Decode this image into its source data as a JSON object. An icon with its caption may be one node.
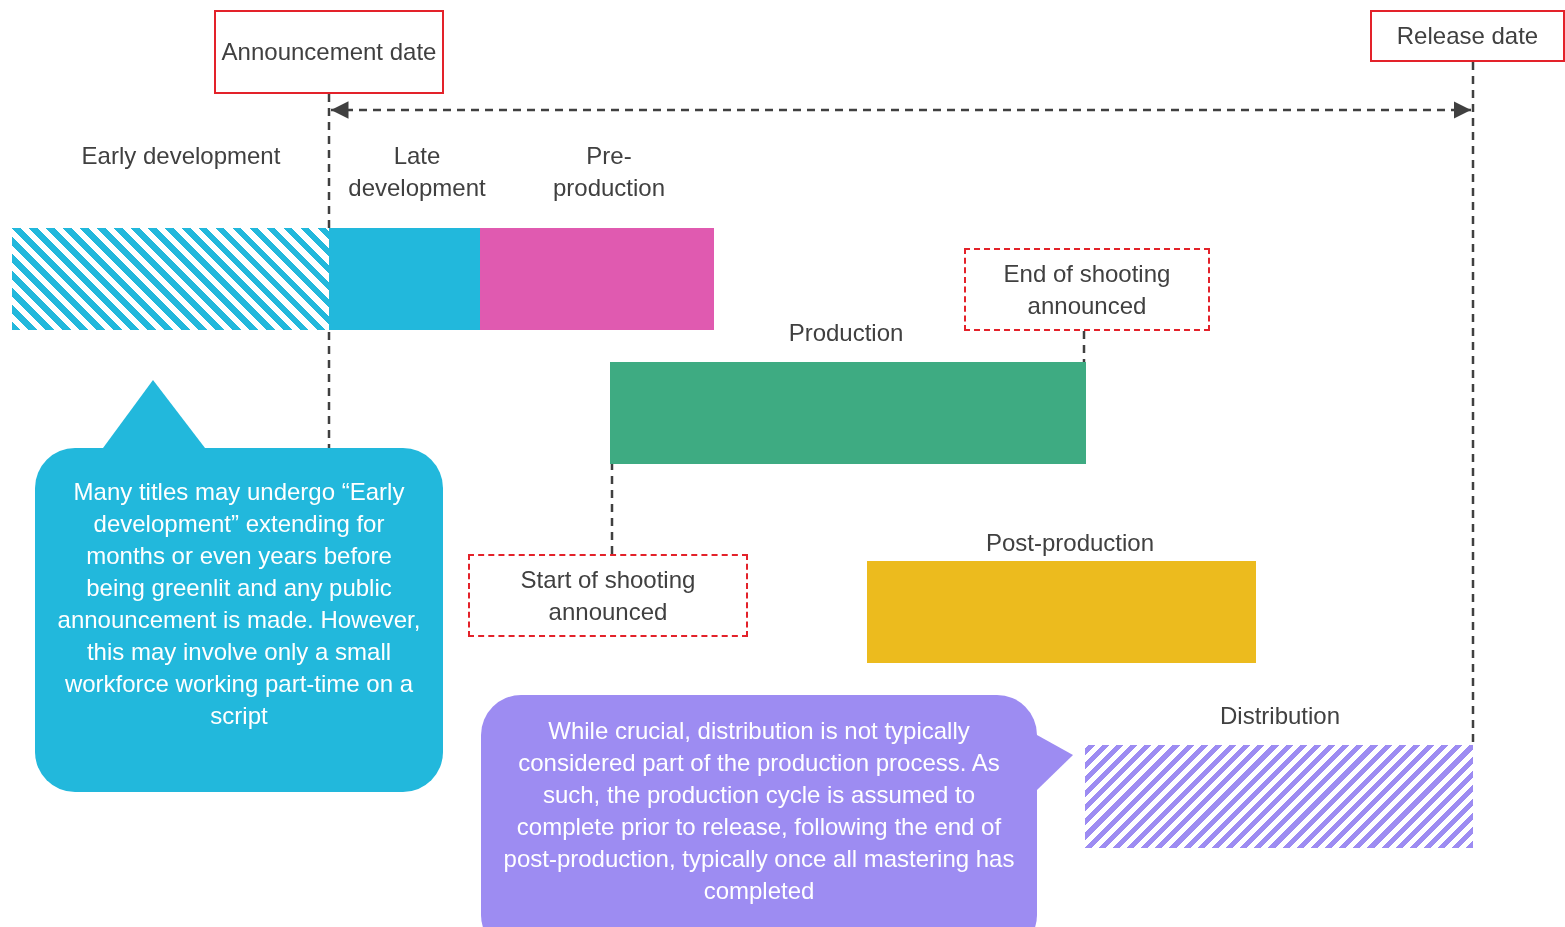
{
  "diagram": {
    "nodes": [
      {
        "text": [
          "Announcement date"
        ]
      },
      {
        "text": [
          "Release date"
        ]
      },
      {
        "text": [
          "Early development"
        ]
      },
      {
        "text": [
          "Late development"
        ]
      },
      {
        "text": [
          "Pre-production"
        ]
      },
      {
        "text": [
          "Production"
        ]
      },
      {
        "text": [
          "End of shooting announced"
        ]
      },
      {
        "text": [
          "Post-production"
        ]
      },
      {
        "text": [
          "Start of shooting announced"
        ]
      },
      {
        "text": [
          "Distribution"
        ]
      },
      {
        "text": [
          "Many titles may undergo “Early development” extending for months or even years before being greenlit and any public announcement is made. However, this may involve only a small workforce working part-time on a script"
        ]
      },
      {
        "text": [
          "While crucial, distribution is not typically considered part of the production process. As such, the production cycle is assumed to complete prior to release, following the end of post-production, typically once all mastering has completed"
        ]
      }
    ],
    "edges": [
      {
        "from": 0,
        "to": 10,
        "arrow": "none",
        "style": "dashed"
      },
      {
        "from": 1,
        "to": 9,
        "arrow": "none",
        "style": "dashed"
      },
      {
        "from": 8,
        "to": 5,
        "arrow": "none",
        "style": "dashed"
      },
      {
        "from": 6,
        "to": 5,
        "arrow": "none",
        "style": "dashed"
      }
    ]
  }
}
